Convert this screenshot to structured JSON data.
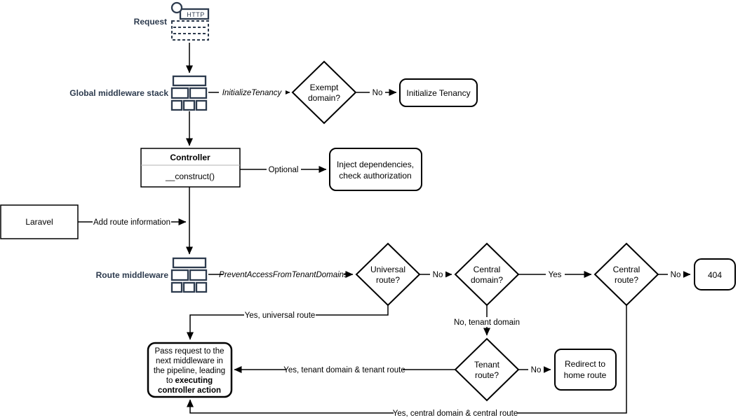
{
  "colors": {
    "accent_navy": "#2d3b4e",
    "line_black": "#000000",
    "shape_fill": "#ffffff",
    "uml_divider": "#b3b3b3",
    "background": "#ffffff"
  },
  "nodes": {
    "request": {
      "label": "Request",
      "http": "HTTP"
    },
    "global_middleware": {
      "label": "Global middleware stack"
    },
    "exempt_domain": {
      "l1": "Exempt",
      "l2": "domain?"
    },
    "initialize_tenancy": {
      "label": "Initialize Tenancy"
    },
    "controller": {
      "title": "Controller",
      "member": "__construct()"
    },
    "inject_dependencies": {
      "l1": "Inject dependencies,",
      "l2": "check authorization"
    },
    "laravel": {
      "label": "Laravel"
    },
    "route_middleware": {
      "label": "Route middleware"
    },
    "universal_route": {
      "l1": "Universal",
      "l2": "route?"
    },
    "central_domain": {
      "l1": "Central",
      "l2": "domain?"
    },
    "central_route": {
      "l1": "Central",
      "l2": "route?"
    },
    "not_found": {
      "label": "404"
    },
    "tenant_route": {
      "l1": "Tenant",
      "l2": "route?"
    },
    "redirect_home": {
      "l1": "Redirect to",
      "l2": "home route"
    },
    "pass_request": {
      "l1": "Pass request to the",
      "l2": "next middleware in",
      "l3": "the pipeline, leading",
      "l4a": "to",
      "l4b": "executing",
      "l5": "controller action"
    }
  },
  "edges": {
    "initialize_tenancy_mw": "InitializeTenancy",
    "exempt_no": "No",
    "optional": "Optional",
    "add_route_information": "Add route information",
    "prevent_access_mw": "PreventAccessFromTenantDomains",
    "universal_no": "No",
    "central_domain_yes": "Yes",
    "central_route_no": "No",
    "universal_yes": "Yes, universal route",
    "tenant_domain_no": "No, tenant domain",
    "tenant_yes": "Yes, tenant domain & tenant route",
    "tenant_no": "No",
    "central_yes": "Yes, central domain & central route"
  }
}
